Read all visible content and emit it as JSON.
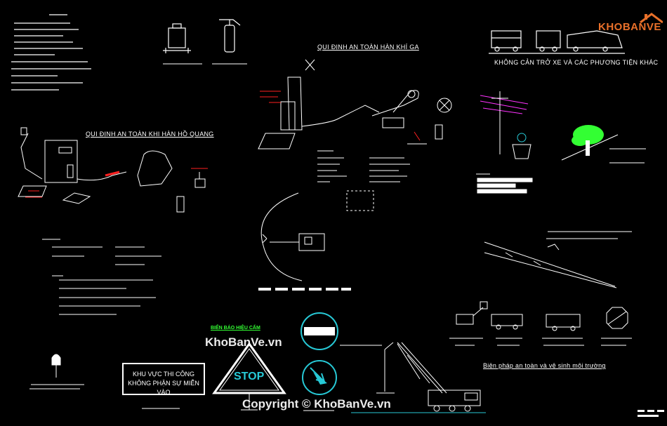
{
  "brand": {
    "logo_text": "KHOBANVE"
  },
  "watermarks": {
    "center": "KhoBanVe.vn",
    "bottom": "Copyright © KhoBanVe.vn"
  },
  "sections": {
    "gas_welding_title": "QUI ĐỊNH AN TOÀN HÀN KHÍ GA",
    "arc_welding_title": "QUI ĐỊNH AN TOÀN KHI HÀN HỒ QUANG",
    "vehicles_title": "KHÔNG CẢN TRỞ XE VÀ CÁC PHƯƠNG TIỆN KHÁC",
    "env_title": "Biện pháp an toàn và vệ sinh môi trường",
    "signs_title": "BIỂN BÁO HIỆU CẤM"
  },
  "signs": {
    "construction_line1": "KHU VỰC THI CÔNG",
    "construction_line2": "KHÔNG PHẬN SỰ MIỄN VÀO",
    "stop": "STOP"
  },
  "colors": {
    "background": "#000000",
    "red": "#ff2020",
    "cyan": "#27c9d6",
    "green": "#33ff33",
    "magenta": "#ff33ff",
    "logo_orange": "#e8702a"
  }
}
